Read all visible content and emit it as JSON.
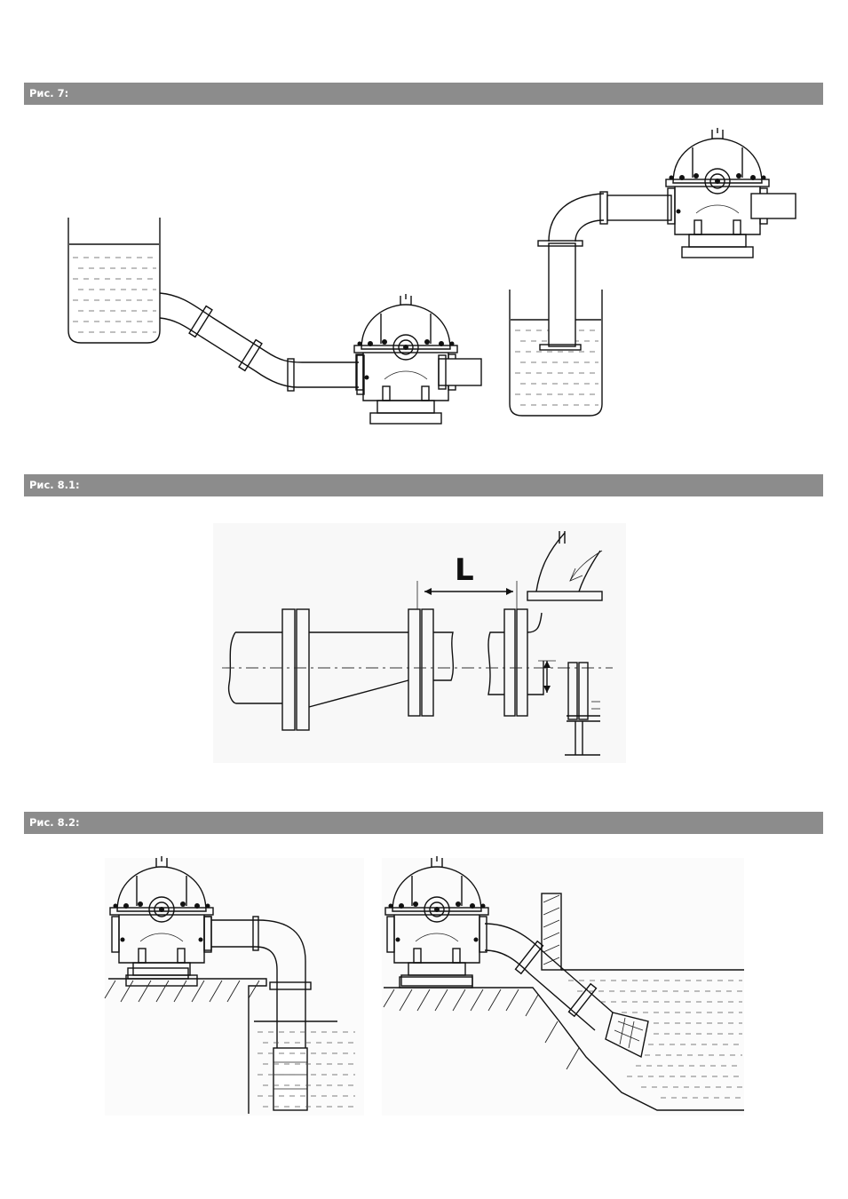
{
  "figures": [
    {
      "caption": "Рис. 7:"
    },
    {
      "caption": "Рис. 8.1:",
      "dimension_label": "L"
    },
    {
      "caption": "Рис. 8.2:"
    }
  ]
}
